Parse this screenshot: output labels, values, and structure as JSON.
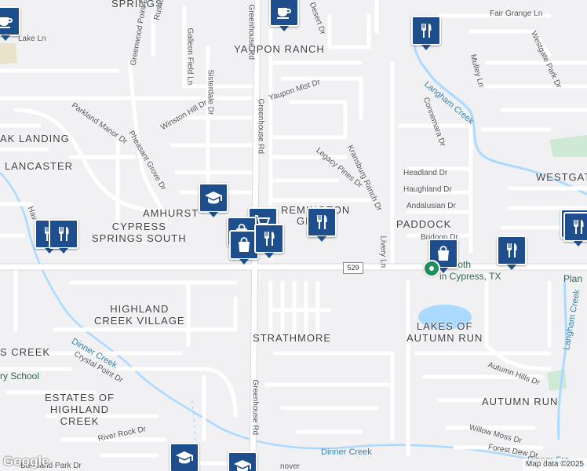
{
  "map": {
    "areas": [
      {
        "id": "springs",
        "text": "SPRINGS"
      },
      {
        "id": "yaupon-ranch",
        "text": "YAUPON RANCH"
      },
      {
        "id": "oak-landing",
        "text": "AK LANDING"
      },
      {
        "id": "lancaster",
        "text": "LANCASTER"
      },
      {
        "id": "westgate",
        "text": "WESTGAT"
      },
      {
        "id": "amhurst",
        "text": "AMHURST"
      },
      {
        "id": "remington",
        "text": "REMINGTON"
      },
      {
        "id": "remington-2",
        "text": "GR"
      },
      {
        "id": "cypress-springs-south",
        "text": "CYPRESS\nSPRINGS SOUTH"
      },
      {
        "id": "paddock",
        "text": "PADDOCK"
      },
      {
        "id": "highland-creek-village",
        "text": "HIGHLAND\nCREEK VILLAGE"
      },
      {
        "id": "strathmore",
        "text": "STRATHMORE"
      },
      {
        "id": "lakes-of-autumn-run",
        "text": "LAKES OF\nAUTUMN RUN"
      },
      {
        "id": "s-creek",
        "text": "S CREEK"
      },
      {
        "id": "estates-of-highland-creek",
        "text": "ESTATES OF\nHIGHLAND\nCREEK"
      },
      {
        "id": "autumn-run",
        "text": "AUTUMN RUN"
      }
    ],
    "streets": [
      {
        "id": "greenhouse-rd-top",
        "text": "Greenhouse Rd"
      },
      {
        "id": "greenhouse-rd-mid",
        "text": "Greenhouse Rd"
      },
      {
        "id": "greenhouse-rd-bottom",
        "text": "Greenhouse Rd"
      },
      {
        "id": "desert-dr",
        "text": "Desert Dr"
      },
      {
        "id": "fair-grange-ln",
        "text": "Fair Grange Ln"
      },
      {
        "id": "rustic-lake-ln",
        "text": "Rustic Lake Ln"
      },
      {
        "id": "galleon-field-ln",
        "text": "Galleon Field Ln"
      },
      {
        "id": "lake-ln",
        "text": "Lake Ln"
      },
      {
        "id": "westgate-park-dr",
        "text": "Westgate Park Dr"
      },
      {
        "id": "mulley-ln",
        "text": "Mulley Ln"
      },
      {
        "id": "greenwood-point-dr",
        "text": "Greenwood Point Dr"
      },
      {
        "id": "sisterdale-dr",
        "text": "Sisterdale Dr"
      },
      {
        "id": "yaupon-mist-dr",
        "text": "Yaupon Mist Dr"
      },
      {
        "id": "parkland-manor-dr",
        "text": "Parkland Manor Dr"
      },
      {
        "id": "connemara-dr",
        "text": "Connemara Dr"
      },
      {
        "id": "winston-hill-dr",
        "text": "Winston Hill Dr"
      },
      {
        "id": "pheasant-grove-dr",
        "text": "Pheasant Grove Dr"
      },
      {
        "id": "legacy-pines-dr",
        "text": "Legacy Pines Dr"
      },
      {
        "id": "kransburg-ranch-dr",
        "text": "Kransburg Ranch Dr"
      },
      {
        "id": "headland-dr",
        "text": "Headland Dr"
      },
      {
        "id": "haughland-dr",
        "text": "Haughland Dr"
      },
      {
        "id": "andalusian-dr",
        "text": "Andalusian Dr"
      },
      {
        "id": "bridoon-dr",
        "text": "Bridoon Dr"
      },
      {
        "id": "livery-ln",
        "text": "Livery Ln"
      },
      {
        "id": "crystal-point-dr",
        "text": "Crystal Point Dr"
      },
      {
        "id": "autumn-hills-dr",
        "text": "Autumn Hills Dr"
      },
      {
        "id": "willow-moss-dr",
        "text": "Willow Moss Dr"
      },
      {
        "id": "forest-dew-dr",
        "text": "Forest Dew Dr"
      },
      {
        "id": "river-rock-dr",
        "text": "River Rock Dr"
      },
      {
        "id": "buckland-park-dr",
        "text": "Buckland Park Dr"
      },
      {
        "id": "gordover",
        "text": "nover"
      },
      {
        "id": "hav",
        "text": "Hav"
      }
    ],
    "waterways": [
      {
        "id": "langham-creek-upper",
        "text": "Langham Creek"
      },
      {
        "id": "langham-creek-right",
        "text": "Langham Creek"
      },
      {
        "id": "dinner-creek-left",
        "text": "Dinner Creek"
      },
      {
        "id": "dinner-creek-bottom",
        "text": "Dinner Creek"
      },
      {
        "id": "dinner-creek-bottom-right",
        "text": "Dinner Cre"
      }
    ],
    "places": [
      {
        "id": "school",
        "text": "ry School"
      },
      {
        "id": "church",
        "text": "hemoth\nin Cypress, TX"
      },
      {
        "id": "plan",
        "text": "Plan"
      }
    ],
    "route_shield": "529",
    "markers": [
      {
        "id": "cafe-top-left",
        "type": "cafe-icon"
      },
      {
        "id": "cafe-top",
        "type": "cafe-icon"
      },
      {
        "id": "restaurant-top-right",
        "type": "restaurant-icon"
      },
      {
        "id": "school-amhurst",
        "type": "school-icon"
      },
      {
        "id": "grocery",
        "type": "grocery-icon"
      },
      {
        "id": "restaurant-remington",
        "type": "restaurant-icon"
      },
      {
        "id": "restaurant-left-1",
        "type": "restaurant-icon"
      },
      {
        "id": "restaurant-left-2",
        "type": "restaurant-icon"
      },
      {
        "id": "shopping-1",
        "type": "shopping-icon"
      },
      {
        "id": "shopping-2",
        "type": "shopping-icon"
      },
      {
        "id": "restaurant-center",
        "type": "restaurant-icon"
      },
      {
        "id": "shopping-paddock",
        "type": "shopping-icon"
      },
      {
        "id": "restaurant-paddock",
        "type": "restaurant-icon"
      },
      {
        "id": "restaurant-far-right-1",
        "type": "restaurant-icon"
      },
      {
        "id": "restaurant-far-right-2",
        "type": "restaurant-icon"
      },
      {
        "id": "school-bottom",
        "type": "school-icon"
      },
      {
        "id": "school-bottom-2",
        "type": "school-icon"
      }
    ],
    "google_logo": "Google",
    "attribution": "Map data ©2025",
    "colors": {
      "background": "#f1f1f3",
      "road": "#ffffff",
      "road_outline": "#d6d7db",
      "water": "#aadaff",
      "marker": "#1f4e8c",
      "park": "#c9e8d2",
      "creek_text": "#2f7fa3"
    }
  }
}
